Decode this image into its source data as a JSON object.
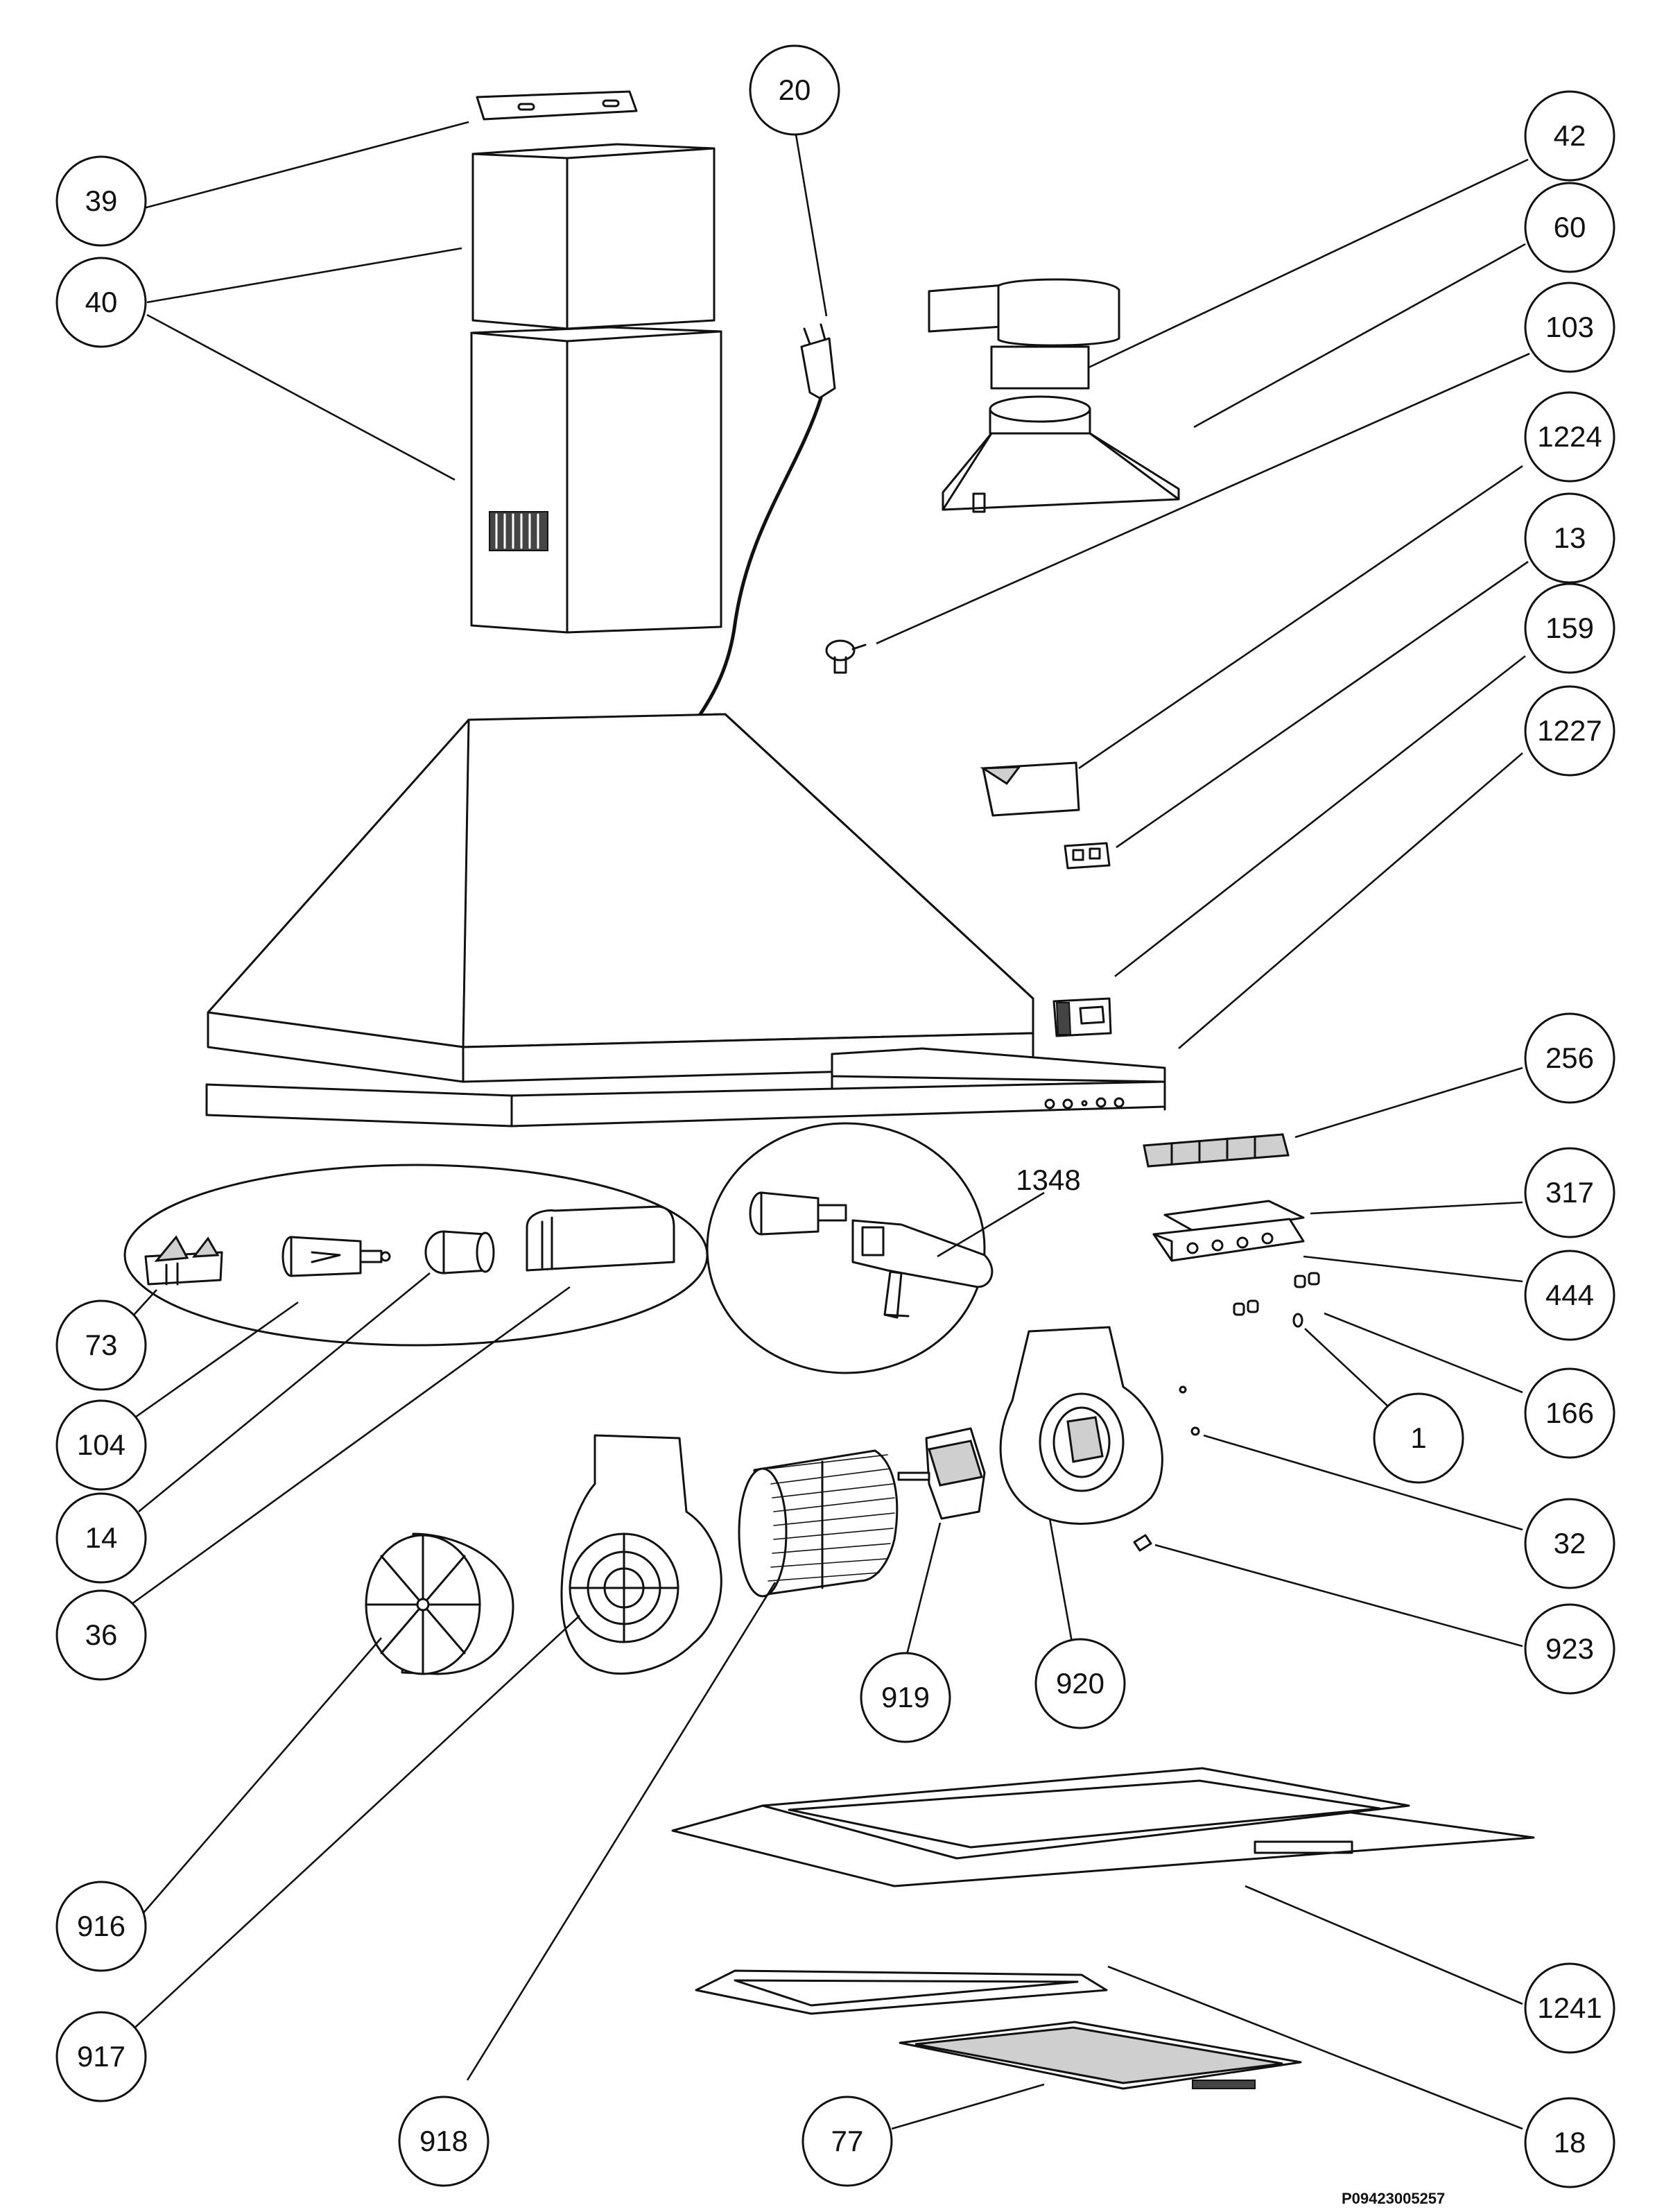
{
  "document": {
    "reference": "P09423005257"
  },
  "callouts": [
    {
      "label": "39"
    },
    {
      "label": "40"
    },
    {
      "label": "20"
    },
    {
      "label": "42"
    },
    {
      "label": "60"
    },
    {
      "label": "103"
    },
    {
      "label": "1224"
    },
    {
      "label": "13"
    },
    {
      "label": "159"
    },
    {
      "label": "1227"
    },
    {
      "label": "256"
    },
    {
      "label": "1348"
    },
    {
      "label": "317"
    },
    {
      "label": "444"
    },
    {
      "label": "166"
    },
    {
      "label": "1"
    },
    {
      "label": "73"
    },
    {
      "label": "104"
    },
    {
      "label": "14"
    },
    {
      "label": "36"
    },
    {
      "label": "32"
    },
    {
      "label": "923"
    },
    {
      "label": "919"
    },
    {
      "label": "920"
    },
    {
      "label": "916"
    },
    {
      "label": "917"
    },
    {
      "label": "918"
    },
    {
      "label": "1241"
    },
    {
      "label": "77"
    },
    {
      "label": "18"
    }
  ]
}
